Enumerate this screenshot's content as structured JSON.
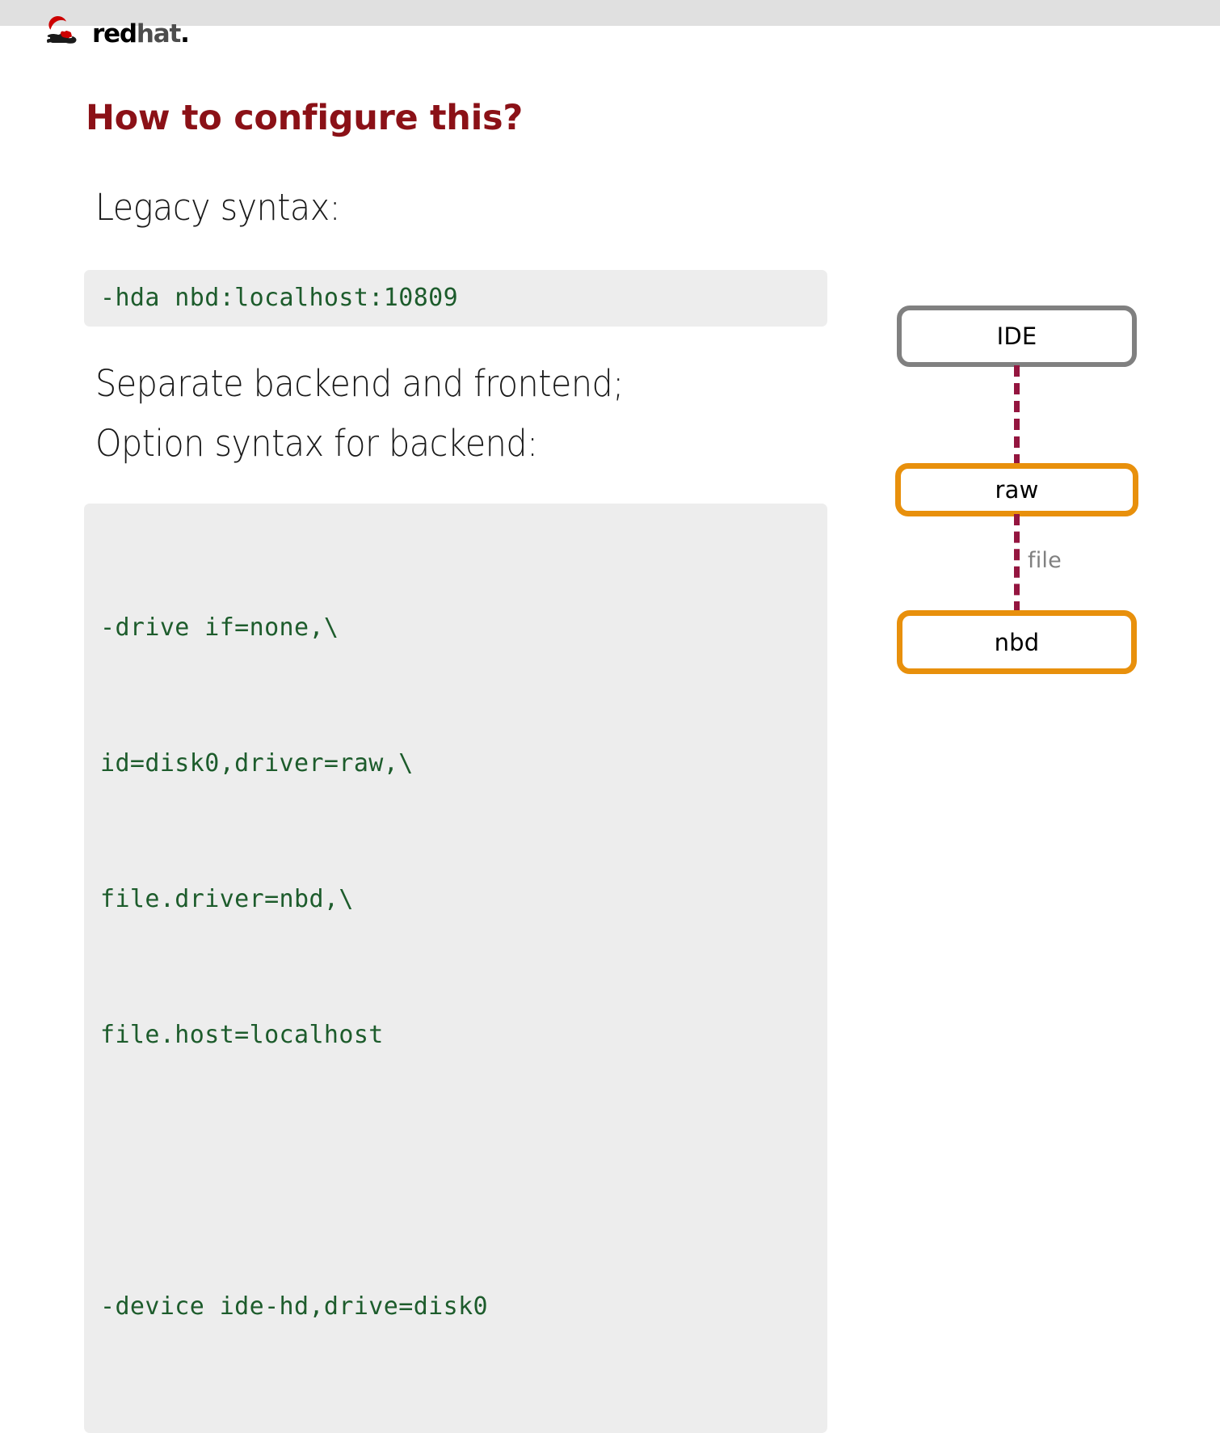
{
  "brand": {
    "logo_word_red": "red",
    "logo_word_hat": "hat",
    "logo_word_dot": ".",
    "logo_icon": "redhat-shadowman-icon",
    "header_bg": "#e0e0e0"
  },
  "slide": {
    "title": "How to configure this?",
    "title_color": "#8b1117",
    "lead_legacy": "Legacy syntax:",
    "lead_separate_line1": "Separate backend and frontend;",
    "lead_separate_line2": "Option syntax for backend:",
    "code_bg": "#ededed",
    "code_color": "#1d5c2c"
  },
  "code_legacy": {
    "lines": [
      "-hda nbd:localhost:10809"
    ]
  },
  "code_modern": {
    "lines": [
      "-drive if=none,\\",
      "id=disk0,driver=raw,\\",
      "file.driver=nbd,\\",
      "file.host=localhost",
      "",
      "-device ide-hd,drive=disk0"
    ]
  },
  "diagram": {
    "nodes": [
      {
        "id": "ide",
        "label": "IDE",
        "border_color": "#808080"
      },
      {
        "id": "raw",
        "label": "raw",
        "border_color": "#e8900c"
      },
      {
        "id": "nbd",
        "label": "nbd",
        "border_color": "#e8900c"
      }
    ],
    "edges": [
      {
        "from": "ide",
        "to": "raw",
        "label": "",
        "color": "#94153f",
        "style": "dashed"
      },
      {
        "from": "raw",
        "to": "nbd",
        "label": "file",
        "color": "#94153f",
        "style": "dashed"
      }
    ],
    "edge_label_file": "file",
    "edge_label_color": "#808080"
  }
}
